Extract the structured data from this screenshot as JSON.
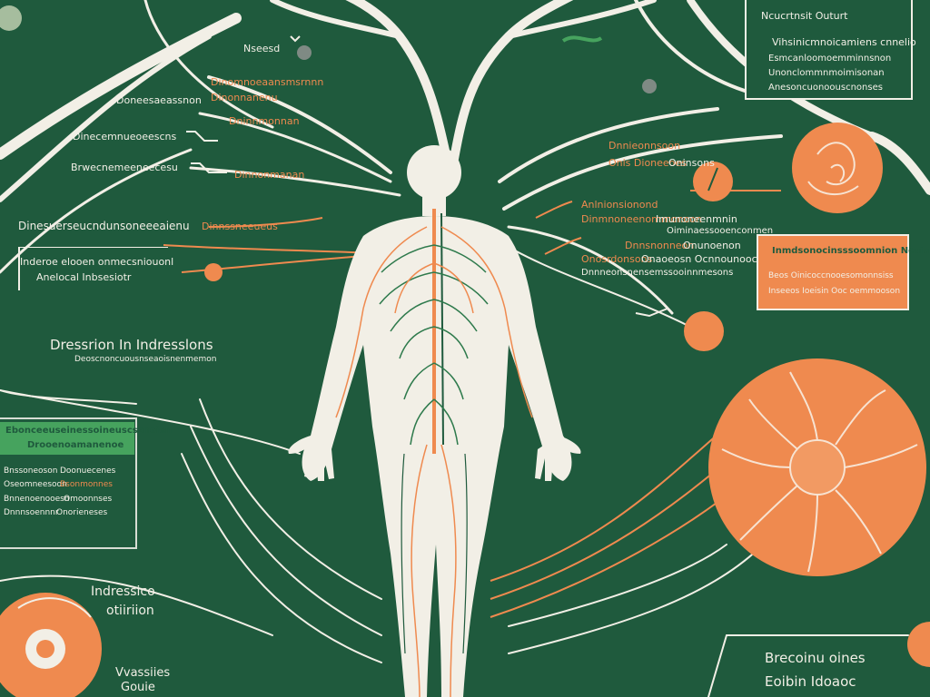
{
  "colors": {
    "background": "#1f5a3d",
    "accent": "#ef8a4f",
    "line": "#f2efe6",
    "highlight_green": "#46a35e"
  },
  "top_right_panel": {
    "heading": "Ncucrtnsit Outurt",
    "title": "Vihsinicmnoicamiens cnnelio",
    "lines": [
      "Esmcanloomoemminnsnon",
      "Unonclommnmoimisonan",
      "Anesoncuonoouscnonses"
    ]
  },
  "top_labels": {
    "nerve": "Nseesd"
  },
  "left_labels": [
    {
      "white": "",
      "orange": "Dinomnoeaansmsrnnn"
    },
    {
      "white": "Doneesaeassnon",
      "orange": "Dinonnanenu"
    },
    {
      "white": "",
      "orange": "Dninnmonnan"
    },
    {
      "white": "Dinecemnueoeescns",
      "orange": ""
    },
    {
      "white": "Brwecnemeeneecesu",
      "orange": ""
    },
    {
      "white": "",
      "orange": "Dinnonmanan"
    }
  ],
  "left_wide": {
    "line": "Dinesuerseucndunsoneeeaienu",
    "orange": "Dinnssneeueus"
  },
  "left_box": {
    "line1": "Inderoe elooen  onmecsniouonl",
    "line2": "Anelocal Inbsesiotr"
  },
  "center_left": {
    "title": "Dressrion In Indresslons",
    "subtitle": "Deoscnoncuousnseaoisnenmemon"
  },
  "green_panel": {
    "title": "Ebonceeuseinessoineuscssnoien",
    "subtitle": "Drooenoamanenoe",
    "rows": [
      {
        "a": "Bnssoneoson",
        "b": "Doonuecenes"
      },
      {
        "a": "Oseomneesoon",
        "b": "Bsonmonnes"
      },
      {
        "a": "Bnnenoenooesn",
        "b": "Omoonnses"
      },
      {
        "a": "Dnnnsoennnr",
        "b": "Onorieneses"
      }
    ]
  },
  "right_labels": [
    {
      "orange": "Dnnieonnsoon",
      "white": ""
    },
    {
      "orange": "Onls Dioneeoes",
      "white": "Oninsons"
    },
    {
      "orange": "Anlnionsionond",
      "white": ""
    },
    {
      "orange": "Dinmnoneenommonoon",
      "white": "Imunoneenmnin"
    },
    {
      "orange": "",
      "white": "Oiminaessooenconmen"
    },
    {
      "orange": "Dnnsnonneon",
      "white": "Onunoenon"
    },
    {
      "orange": "Onosrdonsons",
      "white": "Onaoeosn Ocnnounoocennomn"
    },
    {
      "orange": "",
      "white": "Dnnneonsnensemssooinnmesons"
    }
  ],
  "orange_box": {
    "title": "Inmdsonocinsssoomnion Ncuiu",
    "line1": "Beos Oinicoccnooesomonnsiss",
    "line2": "Inseeos Ioeisin Ooc oemmooson"
  },
  "bottom_left": {
    "line1": "Indressico",
    "line2": "otiiriion",
    "line3": "Vvassiies",
    "line4": "Gouie"
  },
  "bottom_right": {
    "line1": "Brecoinu oines",
    "line2": "Eoibin Idoaoc"
  }
}
